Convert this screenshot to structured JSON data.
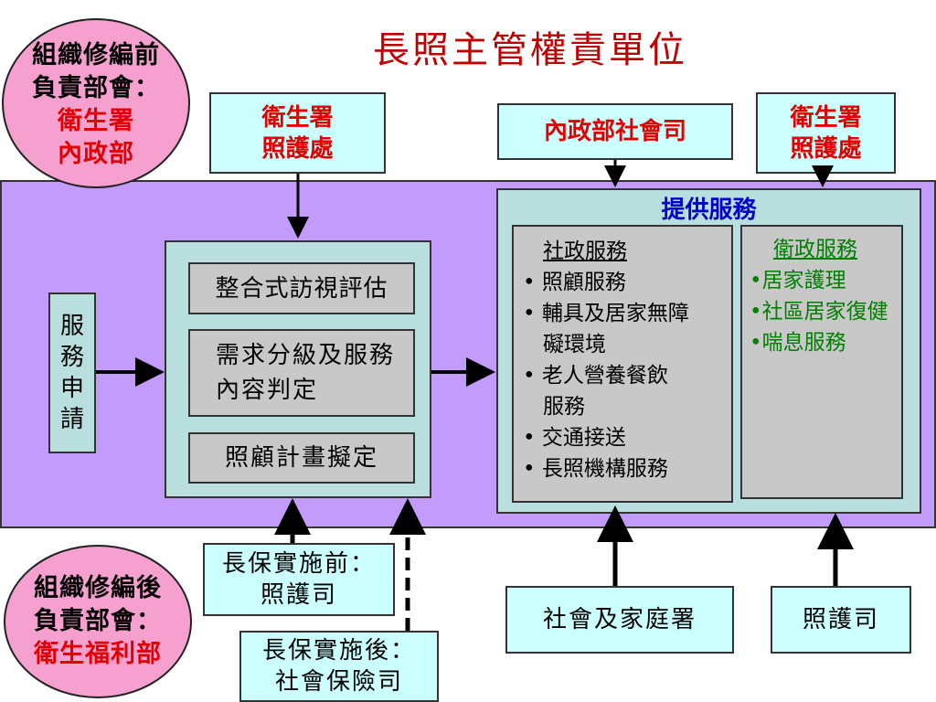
{
  "title": "長照主管權責單位",
  "before_box": {
    "label_lines": [
      "組織修編前",
      "負責部會："
    ],
    "units": [
      "衛生署",
      "內政部"
    ]
  },
  "after_box": {
    "label_lines": [
      "組織修編後",
      "負責部會："
    ],
    "units": [
      "衛生福利部"
    ]
  },
  "top_nodes": {
    "health_care_left": [
      "衛生署",
      "照護處"
    ],
    "interior_social": "內政部社會司",
    "health_care_right": [
      "衛生署",
      "照護處"
    ]
  },
  "service_apply": [
    "服",
    "務",
    "申",
    "請"
  ],
  "process_steps": [
    "整合式訪視評估",
    "需求分級及服務內容判定",
    "照顧計畫擬定"
  ],
  "provide": {
    "title": "提供服務",
    "social": {
      "header": "社政服務",
      "items": [
        "照顧服務",
        "輔具及居家無障礙環境",
        "老人營養餐飲服務",
        "交通接送",
        "長照機構服務"
      ]
    },
    "health": {
      "header": "衛政服務",
      "items": [
        "居家護理",
        "社區居家復健",
        "喘息服務"
      ]
    }
  },
  "bottom_nodes": {
    "ltc_before": [
      "長保實施前：",
      "照護司"
    ],
    "ltc_after": [
      "長保實施後：",
      "社會保險司"
    ],
    "family": "社會及家庭署",
    "care_dept": "照護司"
  },
  "colors": {
    "title": "#c00000",
    "unit_red": "#e00000",
    "blue": "#0000cc",
    "green": "#008000",
    "panel": "#c39bfa",
    "ellipse": "#f6a0d0",
    "cyan": "#ccffff"
  }
}
